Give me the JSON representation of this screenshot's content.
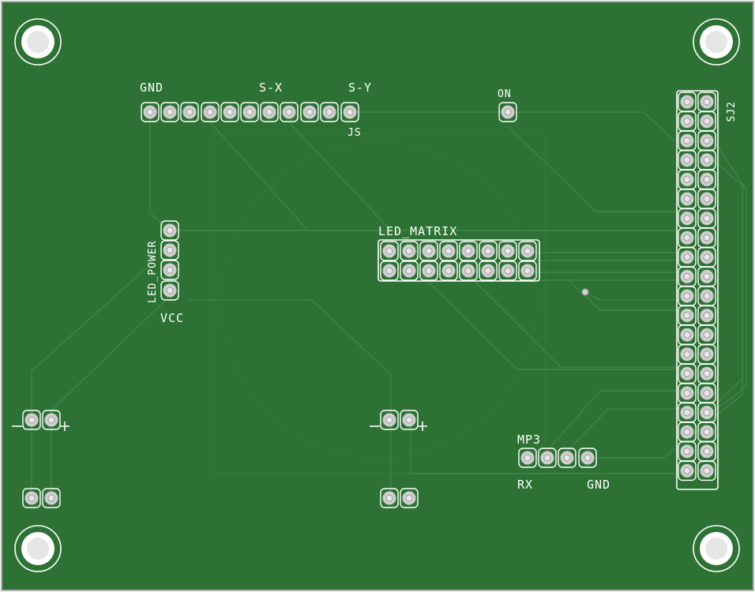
{
  "board": {
    "background_color": "#2d7234",
    "trace_color": "#3f8a43",
    "silk_color": "#ffffff",
    "pad_color": "#cfcfcf"
  },
  "labels": {
    "gnd_js": "GND",
    "sx": "S-X",
    "sy": "S-Y",
    "js": "JS",
    "on": "ON",
    "sj2": "SJ2",
    "led_matrix": "LED_MATRIX",
    "led_power": "LED_POWER",
    "vcc": "VCC",
    "mp3": "MP3",
    "rx": "RX",
    "gnd_mp3": "GND"
  }
}
